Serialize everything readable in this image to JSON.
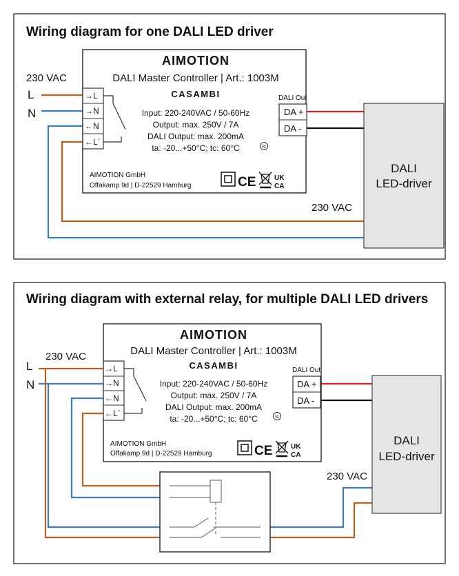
{
  "colors": {
    "live": "#C0601E",
    "neutral": "#3B7BBE",
    "data_plus": "#D62020",
    "data_minus": "#111111",
    "driver_fill": "#E6E6E6",
    "border": "#444444"
  },
  "diagram1": {
    "title": "Wiring diagram for one DALI LED driver",
    "supply_label": "230 VAC",
    "line_L": "L",
    "line_N": "N",
    "driver_supply_label": "230 VAC",
    "controller": {
      "brand": "AIMOTION",
      "model": "DALI Master Controller | Art.: 1003M",
      "casambi": "CASAMBI",
      "spec_input": "Input: 220-240VAC / 50-60Hz",
      "spec_output": "Output: max. 250V / 7A",
      "spec_dali": "DALI Output: max. 200mA",
      "spec_temp": "ta: -20...+50°C; tc: 60°C",
      "tc_mark": "tc",
      "company": "AIMOTION GmbH",
      "address": "Offakamp 9d | D-22529 Hamburg",
      "terminals": [
        "→L",
        "→N",
        "←N",
        "←L`"
      ],
      "dali_out_label": "DALI Out",
      "da_plus": "DA +",
      "da_minus": "DA -",
      "marks": [
        "CE",
        "UK CA"
      ]
    },
    "driver": {
      "line1": "DALI",
      "line2": "LED-driver"
    }
  },
  "diagram2": {
    "title": "Wiring diagram with external relay, for multiple DALI LED drivers",
    "supply_label": "230 VAC",
    "line_L": "L",
    "line_N": "N",
    "driver_supply_label": "230 VAC",
    "controller": {
      "brand": "AIMOTION",
      "model": "DALI Master Controller | Art.: 1003M",
      "casambi": "CASAMBI",
      "spec_input": "Input: 220-240VAC / 50-60Hz",
      "spec_output": "Output: max. 250V / 7A",
      "spec_dali": "DALI Output: max. 200mA",
      "spec_temp": "ta: -20...+50°C; tc: 60°C",
      "tc_mark": "tc",
      "company": "AIMOTION GmbH",
      "address": "Offakamp 9d | D-22529 Hamburg",
      "terminals": [
        "→L",
        "→N",
        "←N",
        "←L`"
      ],
      "dali_out_label": "DALI Out",
      "da_plus": "DA +",
      "da_minus": "DA -",
      "marks": [
        "CE",
        "UK CA"
      ]
    },
    "driver": {
      "line1": "DALI",
      "line2": "LED-driver"
    }
  }
}
